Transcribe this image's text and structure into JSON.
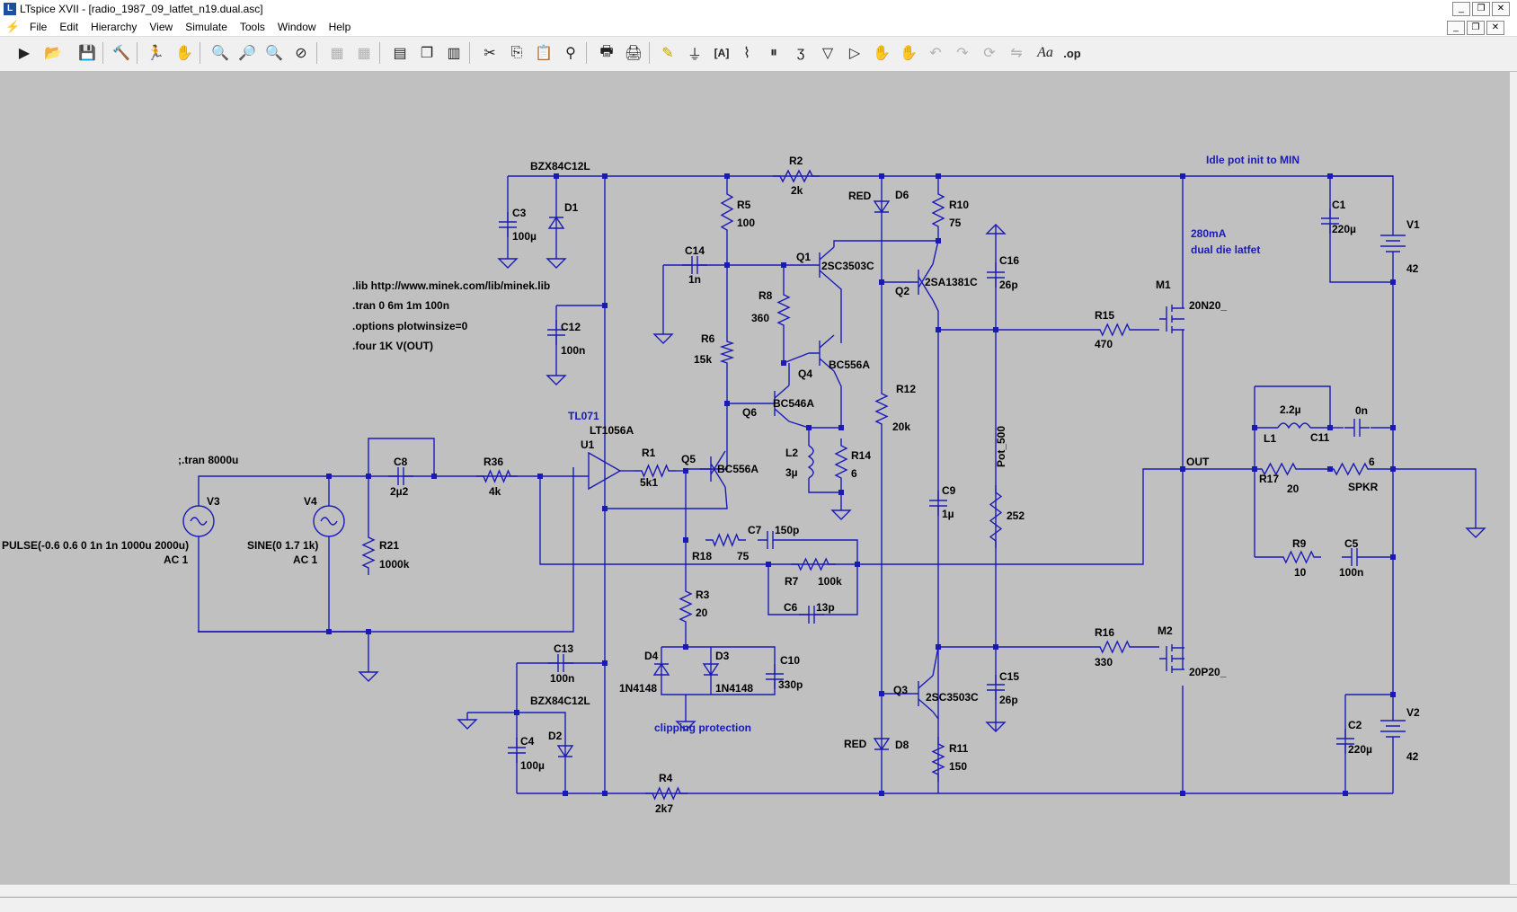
{
  "window": {
    "title": "LTspice XVII - [radio_1987_09_latfet_n19.dual.asc]",
    "controls": [
      "_",
      "❐",
      "✕"
    ]
  },
  "menu": [
    "File",
    "Edit",
    "Hierarchy",
    "View",
    "Simulate",
    "Tools",
    "Window",
    "Help"
  ],
  "toolbar": {
    "icons": [
      "run-icon",
      "open-icon",
      "save-icon",
      "control-panel-icon",
      "halt-icon",
      "pan-icon",
      "zoom-in-icon",
      "zoom-fit-icon",
      "zoom-out-icon",
      "zoom-cancel-icon",
      "autorange-icon",
      "grid-icon",
      "tile-horizontal-icon",
      "cascade-icon",
      "tile-vertical-icon",
      "cut-icon",
      "copy-icon",
      "paste-icon",
      "find-icon",
      "print-setup-icon",
      "print-icon",
      "draw-wire-icon",
      "ground-icon",
      "label-net-icon",
      "resistor-icon",
      "capacitor-icon",
      "inductor-icon",
      "diode-icon",
      "component-icon",
      "move-icon",
      "drag-icon",
      "undo-icon",
      "redo-icon",
      "rotate-icon",
      "mirror-icon",
      "text-icon",
      "spice-directive-icon"
    ]
  },
  "schematic": {
    "directives": [
      ".lib http://www.minek.com/lib/minek.lib",
      ".tran 0 6m 1m 100n",
      ".options plotwinsize=0",
      ".four 1K V(OUT)"
    ],
    "comment_tran": ";.tran 8000u",
    "notes": {
      "idle": "Idle pot init to MIN",
      "mosfet1": "280mA",
      "mosfet2": "dual die latfet",
      "clip": "clipping protection",
      "tl071": "TL071"
    },
    "net_out": "OUT",
    "sources": {
      "V3": {
        "name": "V3",
        "value": "PULSE(-0.6 0.6 0 1n 1n 1000u 2000u)",
        "ac": "AC 1"
      },
      "V4": {
        "name": "V4",
        "value": "SINE(0 1.7 1k)",
        "ac": "AC 1"
      },
      "V1": {
        "name": "V1",
        "value": "42"
      },
      "V2": {
        "name": "V2",
        "value": "42"
      }
    },
    "resistors": {
      "R1": [
        "R1",
        "5k1"
      ],
      "R2": [
        "R2",
        "2k"
      ],
      "R3": [
        "R3",
        "20"
      ],
      "R4": [
        "R4",
        "2k7"
      ],
      "R5": [
        "R5",
        "100"
      ],
      "R6": [
        "R6",
        "15k"
      ],
      "R7": [
        "R7",
        "100k"
      ],
      "R8": [
        "R8",
        "360"
      ],
      "R9": [
        "R9",
        "10"
      ],
      "R10": [
        "R10",
        "75"
      ],
      "R11": [
        "R11",
        "150"
      ],
      "R12": [
        "R12",
        "20k"
      ],
      "R14": [
        "R14",
        "6"
      ],
      "R15": [
        "R15",
        "470"
      ],
      "R16": [
        "R16",
        "330"
      ],
      "R17": [
        "R17",
        "20"
      ],
      "R18": [
        "R18",
        "75"
      ],
      "R21": [
        "R21",
        "1000k"
      ],
      "R36": [
        "R36",
        "4k"
      ],
      "SPKR": [
        "SPKR",
        "6"
      ],
      "POT": [
        "Pot_500",
        "252"
      ]
    },
    "capacitors": {
      "C1": [
        "C1",
        "220µ"
      ],
      "C2": [
        "C2",
        "220µ"
      ],
      "C3": [
        "C3",
        "100µ"
      ],
      "C4": [
        "C4",
        "100µ"
      ],
      "C5": [
        "C5",
        "100n"
      ],
      "C6": [
        "C6",
        "13p"
      ],
      "C7": [
        "C7",
        "150p"
      ],
      "C8": [
        "C8",
        "2µ2"
      ],
      "C9": [
        "C9",
        "1µ"
      ],
      "C10": [
        "C10",
        "330p"
      ],
      "C11": [
        "C11",
        "0n"
      ],
      "C12": [
        "C12",
        "100n"
      ],
      "C13": [
        "C13",
        "100n"
      ],
      "C14": [
        "C14",
        "1n"
      ],
      "C15": [
        "C15",
        "26p"
      ],
      "C16": [
        "C16",
        "26p"
      ]
    },
    "inductors": {
      "L1": [
        "L1",
        "2.2µ"
      ],
      "L2": [
        "L2",
        "3µ"
      ]
    },
    "diodes": {
      "D1": [
        "D1",
        "BZX84C12L"
      ],
      "D2": [
        "D2",
        "BZX84C12L"
      ],
      "D3": [
        "D3",
        "1N4148"
      ],
      "D4": [
        "D4",
        "1N4148"
      ],
      "D6": [
        "D6",
        "RED"
      ],
      "D8": [
        "D8",
        "RED"
      ]
    },
    "transistors": {
      "Q1": [
        "Q1",
        "2SC3503C"
      ],
      "Q2": [
        "Q2",
        "2SA1381C"
      ],
      "Q3": [
        "Q3",
        "2SC3503C"
      ],
      "Q4": [
        "Q4",
        "BC556A"
      ],
      "Q5": [
        "Q5",
        "BC556A"
      ],
      "Q6": [
        "Q6",
        "BC546A"
      ],
      "M1": [
        "M1",
        "20N20_"
      ],
      "M2": [
        "M2",
        "20P20_"
      ]
    },
    "opamp": {
      "ref": "U1",
      "part": "LT1056A"
    }
  },
  "colors": {
    "wire": "#1a1ab8",
    "canvas": "#c0c0c0",
    "label": "#000000",
    "note": "#1a1ab8"
  }
}
